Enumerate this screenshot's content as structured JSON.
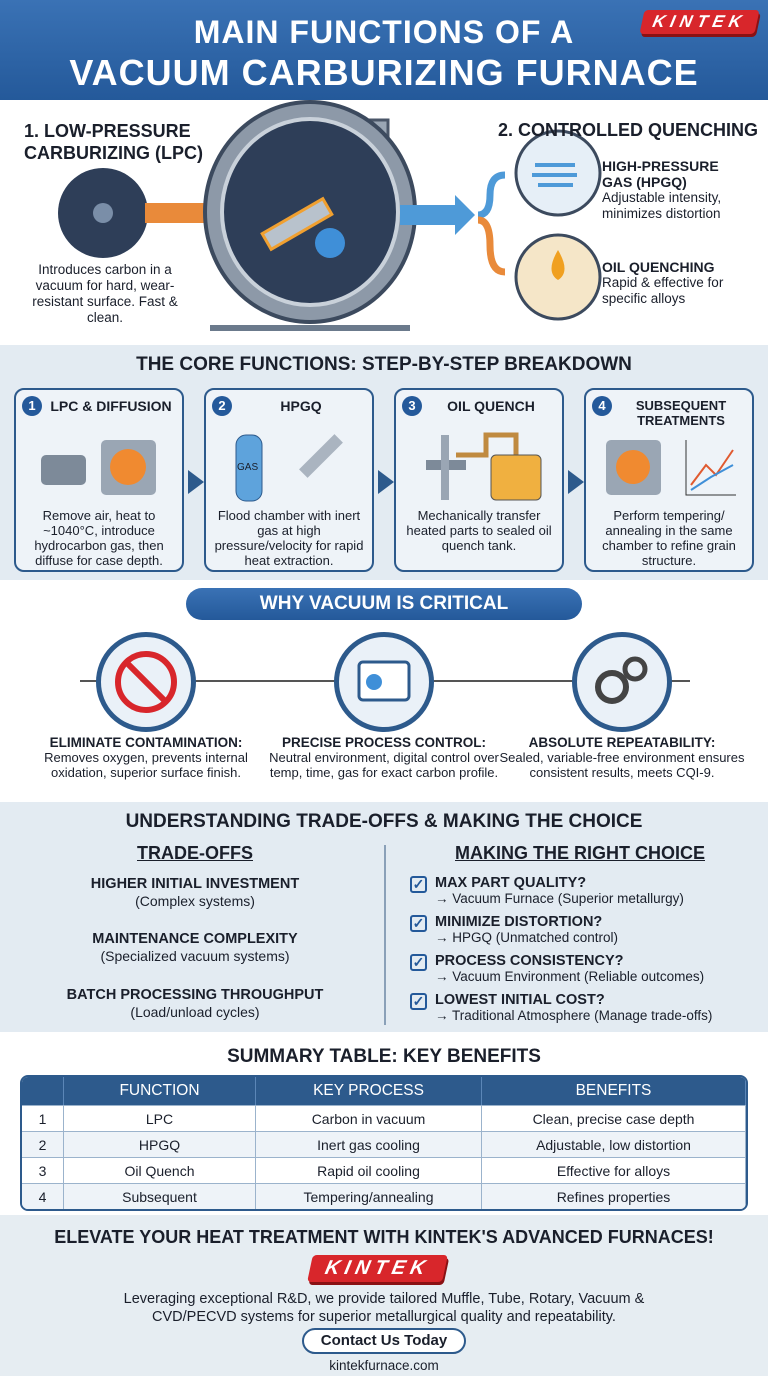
{
  "header": {
    "title_line1": "MAIN FUNCTIONS OF A",
    "title_line2": "VACUUM CARBURIZING FURNACE",
    "logo": "KINTEK"
  },
  "overview": {
    "lpc": {
      "title_line1": "1. LOW-PRESSURE",
      "title_line2": "CARBURIZING (LPC)",
      "desc": "Introduces carbon in a vacuum for hard, wear-resistant surface. Fast & clean."
    },
    "quench": {
      "title": "2. CONTROLLED QUENCHING",
      "items": [
        {
          "title": "HIGH-PRESSURE GAS (HPGQ)",
          "desc": "Adjustable intensity, minimizes distortion",
          "icon": "wind-icon"
        },
        {
          "title": "OIL QUENCHING",
          "desc": "Rapid & effective for specific alloys",
          "icon": "oil-drop-icon"
        }
      ]
    }
  },
  "steps": {
    "title": "THE CORE FUNCTIONS: STEP-BY-STEP BREAKDOWN",
    "items": [
      {
        "num": "1",
        "title": "LPC & DIFFUSION",
        "desc": "Remove air, heat to ~1040°C, introduce hydrocarbon gas, then diffuse for case depth."
      },
      {
        "num": "2",
        "title": "HPGQ",
        "desc": "Flood chamber with inert gas at high pressure/velocity for rapid heat extraction.",
        "icon_label": "GAS"
      },
      {
        "num": "3",
        "title": "OIL QUENCH",
        "desc": "Mechanically transfer heated parts to sealed oil quench tank."
      },
      {
        "num": "4",
        "title": "SUBSEQUENT TREATMENTS",
        "desc": "Perform tempering/ annealing in the same chamber to refine grain structure."
      }
    ]
  },
  "why": {
    "title": "WHY VACUUM IS CRITICAL",
    "items": [
      {
        "title": "ELIMINATE CONTAMINATION:",
        "desc": "Removes oxygen, prevents internal oxidation, superior surface finish."
      },
      {
        "title": "PRECISE PROCESS CONTROL:",
        "desc": "Neutral environment, digital control over temp, time, gas for exact carbon profile."
      },
      {
        "title": "ABSOLUTE REPEATABILITY:",
        "desc": "Sealed, variable-free environment ensures consistent results, meets CQI-9."
      }
    ]
  },
  "tradeoffs": {
    "title": "UNDERSTANDING TRADE-OFFS & MAKING THE CHOICE",
    "left_title": "TRADE-OFFS",
    "left": [
      {
        "title": "HIGHER INITIAL INVESTMENT",
        "sub": "(Complex systems)"
      },
      {
        "title": "MAINTENANCE COMPLEXITY",
        "sub": "(Specialized vacuum systems)"
      },
      {
        "title": "BATCH PROCESSING THROUGHPUT",
        "sub": "(Load/unload cycles)"
      }
    ],
    "right_title": "MAKING THE RIGHT CHOICE",
    "right": [
      {
        "q": "MAX PART QUALITY?",
        "a": "→ Vacuum Furnace (Superior metallurgy)"
      },
      {
        "q": "MINIMIZE DISTORTION?",
        "a": "→ HPGQ (Unmatched control)"
      },
      {
        "q": "PROCESS CONSISTENCY?",
        "a": "→ Vacuum Environment (Reliable outcomes)"
      },
      {
        "q": "LOWEST INITIAL COST?",
        "a": "→ Traditional Atmosphere (Manage trade-offs)"
      }
    ]
  },
  "summary": {
    "title": "SUMMARY TABLE: KEY BENEFITS",
    "headers": [
      "",
      "FUNCTION",
      "KEY PROCESS",
      "BENEFITS"
    ],
    "rows": [
      [
        "1",
        "LPC",
        "Carbon in vacuum",
        "Clean, precise case depth"
      ],
      [
        "2",
        "HPGQ",
        "Inert gas cooling",
        "Adjustable, low distortion"
      ],
      [
        "3",
        "Oil Quench",
        "Rapid oil cooling",
        "Effective for alloys"
      ],
      [
        "4",
        "Subsequent",
        "Tempering/annealing",
        "Refines properties"
      ]
    ]
  },
  "footer": {
    "headline": "ELEVATE YOUR HEAT TREATMENT WITH KINTEK'S ADVANCED FURNACES!",
    "logo": "KINTEK",
    "line1": "Leveraging exceptional R&D, we provide tailored Muffle, Tube, Rotary, Vacuum &",
    "line2": "CVD/PECVD systems for superior metallurgical quality and repeatability.",
    "cta": "Contact Us Today",
    "url": "kintekfurnace.com"
  },
  "colors": {
    "primary": "#24599a",
    "accent": "#d8262b",
    "orange": "#e98a3a",
    "light_bg": "#e3ebf2"
  }
}
